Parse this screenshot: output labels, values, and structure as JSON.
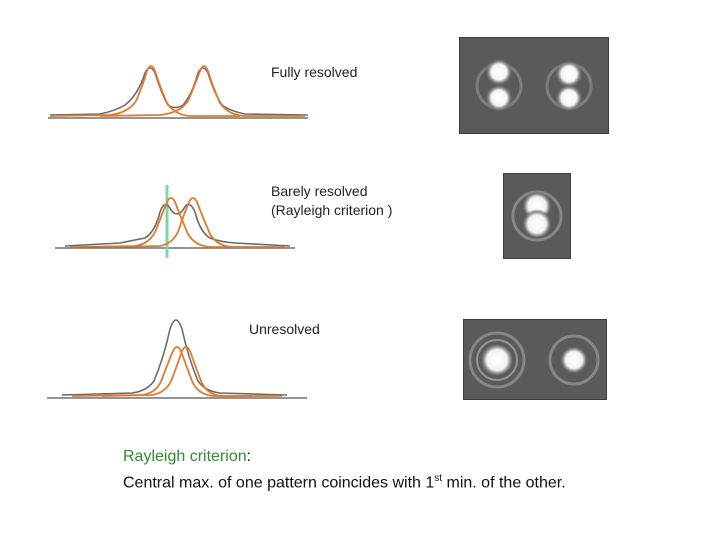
{
  "panels": [
    {
      "label": "Fully resolved"
    },
    {
      "label_line1": "Barely resolved",
      "label_line2": "(Rayleigh criterion )"
    },
    {
      "label": "Unresolved"
    }
  ],
  "caption": {
    "term": "Rayleigh criterion",
    "colon": ":",
    "line2_before": "Central max. of one pattern coincides with 1",
    "sup": "st",
    "line2_after": " min. of the other."
  },
  "colors": {
    "sum_curve": "#6b6b6b",
    "component_curve": "#e07a2e",
    "rayleigh_marker": "#7fd4a8",
    "caption_highlight": "#2e8b2e",
    "photo_background": "#5a5a5a"
  }
}
